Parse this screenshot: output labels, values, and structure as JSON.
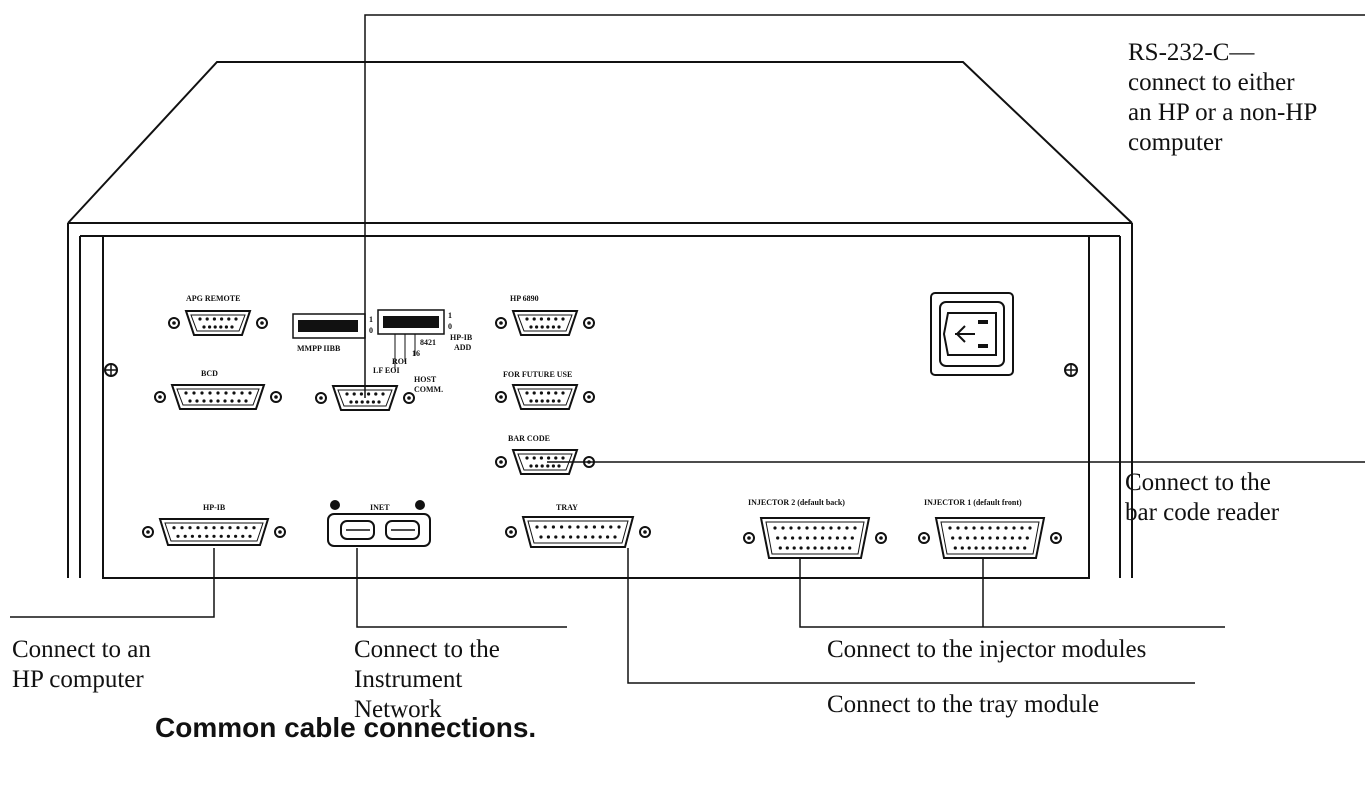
{
  "panel": {
    "connectors": {
      "apg_remote": "APG REMOTE",
      "bcd": "BCD",
      "hp_ib": "HP-IB",
      "host_comm_1": "HOST",
      "host_comm_2": "COMM.",
      "hp_6890": "HP 6890",
      "for_future_use": "FOR FUTURE USE",
      "bar_code": "BAR CODE",
      "inet": "INET",
      "tray": "TRAY",
      "injector_2": "INJECTOR 2 (default back)",
      "injector_1": "INJECTOR 1 (default front)"
    },
    "switches": {
      "left_bits": "MMPP IIBB",
      "left_digit_1": "1",
      "left_digit_0": "0",
      "right_digit_1": "1",
      "right_digit_0": "0",
      "bits_a": "LF EOI",
      "bits_b": "ROI",
      "bits_c": "8421",
      "bits_d": "16",
      "hpib_addr_1": "HP-IB",
      "hpib_addr_2": "ADD"
    }
  },
  "callouts": {
    "rs232": [
      "RS-232-C—",
      "connect to either",
      "an HP or a non-HP",
      "computer"
    ],
    "bar_code_reader": [
      "Connect to the",
      "bar code reader"
    ],
    "hp_computer": [
      "Connect to an",
      "HP computer"
    ],
    "instrument_network": [
      "Connect to the",
      "Instrument",
      "Network"
    ],
    "injector_modules": [
      "Connect to the injector modules"
    ],
    "tray_module": [
      "Connect to the tray module"
    ]
  },
  "caption": "Common cable connections."
}
